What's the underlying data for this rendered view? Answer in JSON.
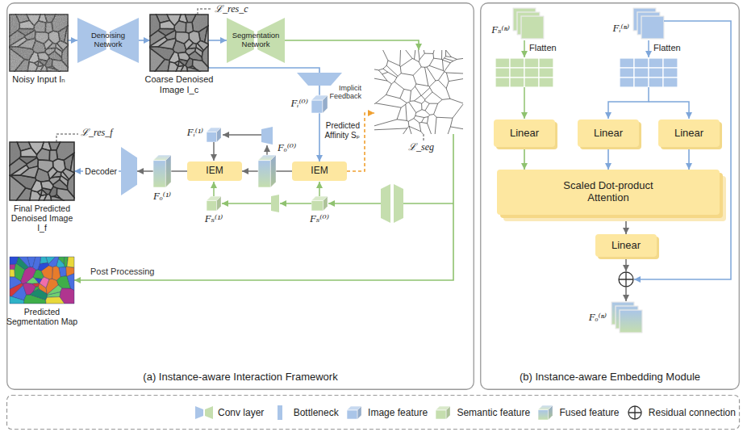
{
  "diagram": {
    "nodes": [
      {
        "text": [
          "(a) Instance-aware Interaction Framework"
        ]
      },
      {
        "text": [
          "Noisy Input Iₙ"
        ],
        "in": 0
      },
      {
        "text": [
          "Denoising Network"
        ],
        "in": 0
      },
      {
        "text": [
          "Coarse Denoised Image I_c"
        ],
        "in": 0
      },
      {
        "text": [
          "Segmentation Network"
        ],
        "in": 0
      },
      {
        "text": [
          "Predicted Affinity Sₚ"
        ],
        "in": 0
      },
      {
        "text": [
          "IEM"
        ],
        "in": 0
      },
      {
        "text": [
          "IEM"
        ],
        "in": 0
      },
      {
        "text": [
          "Decoder"
        ],
        "in": 0
      },
      {
        "text": [
          "Final Predicted Denoised Image I_f"
        ],
        "in": 0
      },
      {
        "text": [
          "Predicted Segmentation Map"
        ],
        "in": 0
      },
      {
        "text": [
          "(b) Instance-aware Embedding Module"
        ]
      },
      {
        "text": [
          "Linear"
        ],
        "in": 11
      },
      {
        "text": [
          "Linear"
        ],
        "in": 11
      },
      {
        "text": [
          "Linear"
        ],
        "in": 11
      },
      {
        "text": [
          "Scaled Dot-product Attention"
        ],
        "in": 11
      },
      {
        "text": [
          "Linear"
        ],
        "in": 11
      }
    ],
    "edges": [
      {
        "from": 1,
        "to": 2,
        "arrow": "to"
      },
      {
        "from": 2,
        "to": 3,
        "arrow": "to"
      },
      {
        "from": 3,
        "to": 4,
        "arrow": "to"
      },
      {
        "from": 4,
        "to": 5,
        "arrow": "to"
      },
      {
        "from": 3,
        "to": 6,
        "arrow": "to"
      },
      {
        "from": 6,
        "to": 5,
        "arrow": "to",
        "label": "Implicit Feedback"
      },
      {
        "from": 6,
        "to": 7,
        "arrow": "to"
      },
      {
        "from": 7,
        "to": 8,
        "arrow": "to"
      },
      {
        "from": 8,
        "to": 9,
        "arrow": "to"
      },
      {
        "from": 5,
        "to": 10,
        "arrow": "to",
        "label": "Post Processing"
      },
      {
        "from": 12,
        "to": 15,
        "arrow": "to"
      },
      {
        "from": 13,
        "to": 15,
        "arrow": "to"
      },
      {
        "from": 14,
        "to": 15,
        "arrow": "to"
      },
      {
        "from": 15,
        "to": 16,
        "arrow": "to"
      }
    ],
    "labels": [
      "ℒ_res_c",
      "Fᵢ⁽⁰⁾",
      "ℒ_seg",
      "Fᵢ⁽¹⁾",
      "Fₒ⁽⁰⁾",
      "Fₒ⁽¹⁾",
      "Fₛ⁽⁰⁾",
      "Fₛ⁽¹⁾",
      "ℒ_res_f",
      "Fₛ⁽ⁿ⁾",
      "Flatten",
      "Fᵢ⁽ⁿ⁾",
      "Flatten",
      "Fₒ⁽ⁿ⁾"
    ],
    "legend": [
      {
        "text": "Conv layer"
      },
      {
        "text": "Bottleneck"
      },
      {
        "text": "Image feature"
      },
      {
        "text": "Semantic feature"
      },
      {
        "text": "Fused feature"
      },
      {
        "text": "Residual connection"
      }
    ]
  }
}
